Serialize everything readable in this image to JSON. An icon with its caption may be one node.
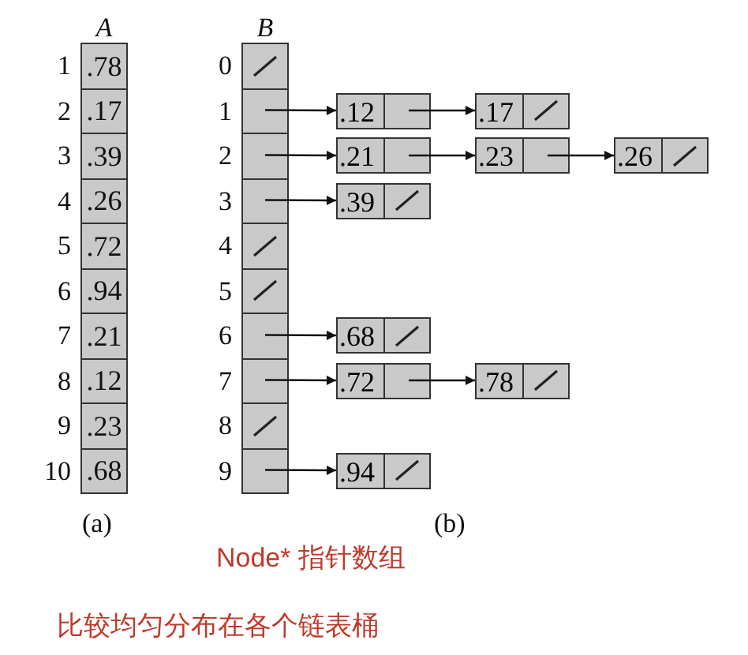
{
  "diagram": {
    "nodes": [
      {
        "text": [
          "A"
        ]
      },
      {
        "text": [
          ".78"
        ],
        "in": 0,
        "beside": [
          "1"
        ]
      },
      {
        "text": [
          ".17"
        ],
        "in": 0,
        "beside": [
          "2"
        ]
      },
      {
        "text": [
          ".39"
        ],
        "in": 0,
        "beside": [
          "3"
        ]
      },
      {
        "text": [
          ".26"
        ],
        "in": 0,
        "beside": [
          "4"
        ]
      },
      {
        "text": [
          ".72"
        ],
        "in": 0,
        "beside": [
          "5"
        ]
      },
      {
        "text": [
          ".94"
        ],
        "in": 0,
        "beside": [
          "6"
        ]
      },
      {
        "text": [
          ".21"
        ],
        "in": 0,
        "beside": [
          "7"
        ]
      },
      {
        "text": [
          ".12"
        ],
        "in": 0,
        "beside": [
          "8"
        ]
      },
      {
        "text": [
          ".23"
        ],
        "in": 0,
        "beside": [
          "9"
        ]
      },
      {
        "text": [
          ".68"
        ],
        "in": 0,
        "beside": [
          "10"
        ]
      },
      {
        "text": [
          "B"
        ]
      },
      {
        "text": [],
        "shape": "box",
        "in": 11,
        "beside": [
          "0"
        ]
      },
      {
        "text": [],
        "shape": "box",
        "in": 11,
        "beside": [
          "1"
        ]
      },
      {
        "text": [],
        "shape": "box",
        "in": 11,
        "beside": [
          "2"
        ]
      },
      {
        "text": [],
        "shape": "box",
        "in": 11,
        "beside": [
          "3"
        ]
      },
      {
        "text": [],
        "shape": "box",
        "in": 11,
        "beside": [
          "4"
        ]
      },
      {
        "text": [],
        "shape": "box",
        "in": 11,
        "beside": [
          "5"
        ]
      },
      {
        "text": [],
        "shape": "box",
        "in": 11,
        "beside": [
          "6"
        ]
      },
      {
        "text": [],
        "shape": "box",
        "in": 11,
        "beside": [
          "7"
        ]
      },
      {
        "text": [],
        "shape": "box",
        "in": 11,
        "beside": [
          "8"
        ]
      },
      {
        "text": [],
        "shape": "box",
        "in": 11,
        "beside": [
          "9"
        ]
      },
      {
        "text": [
          ".12"
        ]
      },
      {
        "text": [
          ".17"
        ]
      },
      {
        "text": [
          ".21"
        ]
      },
      {
        "text": [
          ".23"
        ]
      },
      {
        "text": [
          ".26"
        ]
      },
      {
        "text": [
          ".39"
        ]
      },
      {
        "text": [
          ".68"
        ]
      },
      {
        "text": [
          ".72"
        ]
      },
      {
        "text": [
          ".78"
        ]
      },
      {
        "text": [
          ".94"
        ]
      }
    ],
    "edges": [
      {
        "from": 13,
        "to": 22,
        "arrow": "to"
      },
      {
        "from": 22,
        "to": 23,
        "arrow": "to"
      },
      {
        "from": 14,
        "to": 24,
        "arrow": "to"
      },
      {
        "from": 24,
        "to": 25,
        "arrow": "to"
      },
      {
        "from": 25,
        "to": 26,
        "arrow": "to"
      },
      {
        "from": 15,
        "to": 27,
        "arrow": "to"
      },
      {
        "from": 18,
        "to": 28,
        "arrow": "to"
      },
      {
        "from": 19,
        "to": 29,
        "arrow": "to"
      },
      {
        "from": 29,
        "to": 30,
        "arrow": "to"
      },
      {
        "from": 21,
        "to": 31,
        "arrow": "to"
      }
    ],
    "labels": [
      "(a)",
      "(b)",
      "Node* 指针数组",
      "比较均匀分布在各个链表桶"
    ]
  }
}
